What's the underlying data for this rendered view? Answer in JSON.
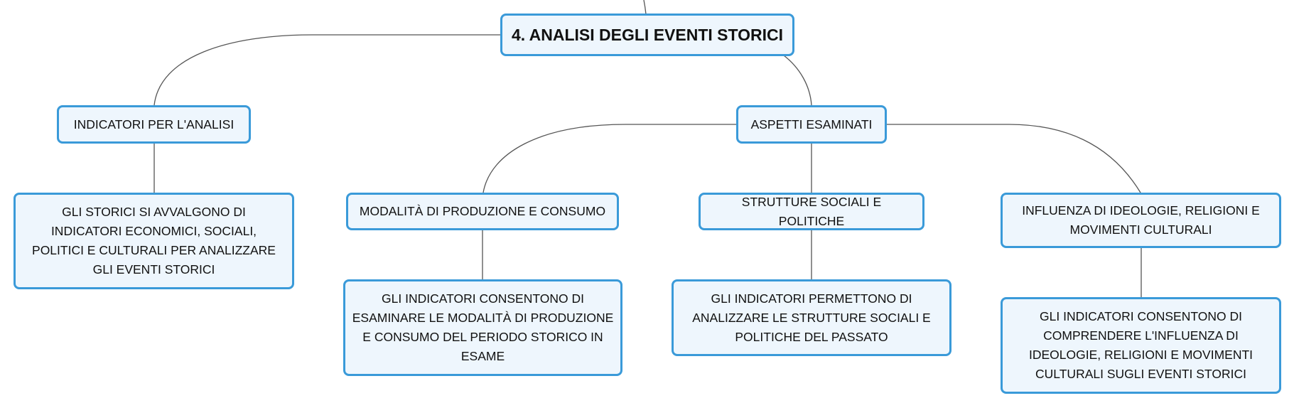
{
  "diagram": {
    "root": "4. ANALISI DEGLI EVENTI STORICI",
    "indicators": {
      "label": "INDICATORI PER L'ANALISI",
      "detail": "GLI STORICI SI AVVALGONO DI INDICATORI ECONOMICI, SOCIALI, POLITICI E CULTURALI PER ANALIZZARE GLI EVENTI STORICI"
    },
    "aspects": {
      "label": "ASPETTI ESAMINATI",
      "production": {
        "label": "MODALITÀ DI PRODUZIONE E CONSUMO",
        "detail": "GLI INDICATORI CONSENTONO DI ESAMINARE LE MODALITÀ DI PRODUZIONE E CONSUMO DEL PERIODO STORICO IN ESAME"
      },
      "structures": {
        "label": "STRUTTURE SOCIALI E POLITICHE",
        "detail": "GLI INDICATORI PERMETTONO DI ANALIZZARE LE STRUTTURE SOCIALI E POLITICHE DEL PASSATO"
      },
      "ideologies": {
        "label": "INFLUENZA DI IDEOLOGIE, RELIGIONI E MOVIMENTI CULTURALI",
        "detail": "GLI INDICATORI CONSENTONO DI COMPRENDERE L'INFLUENZA DI IDEOLOGIE, RELIGIONI E MOVIMENTI CULTURALI SUGLI EVENTI STORICI"
      }
    }
  },
  "colors": {
    "node_border": "#3a9ad9",
    "node_fill": "#eef6fd",
    "connector": "#555555"
  }
}
